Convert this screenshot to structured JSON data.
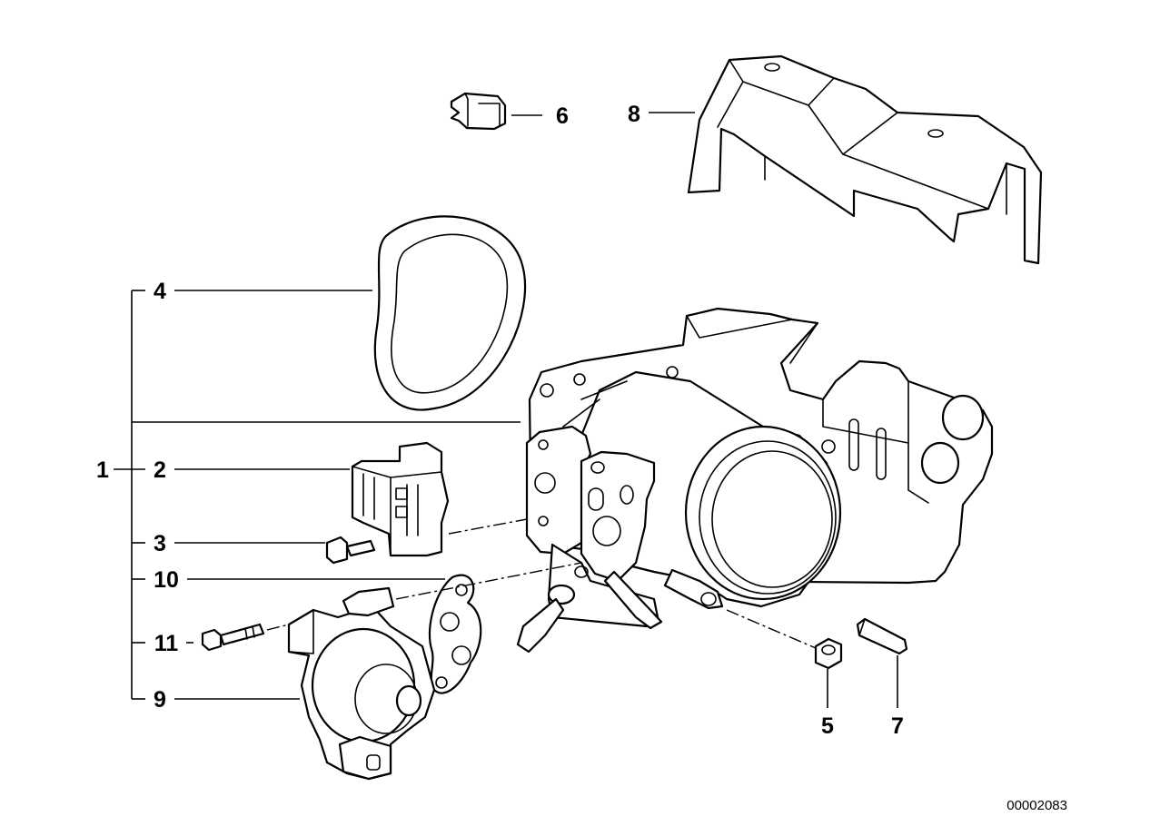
{
  "diagram": {
    "callouts": [
      "1",
      "2",
      "3",
      "4",
      "5",
      "6",
      "7",
      "8",
      "9",
      "10",
      "11"
    ],
    "reference_number": "00002083"
  }
}
